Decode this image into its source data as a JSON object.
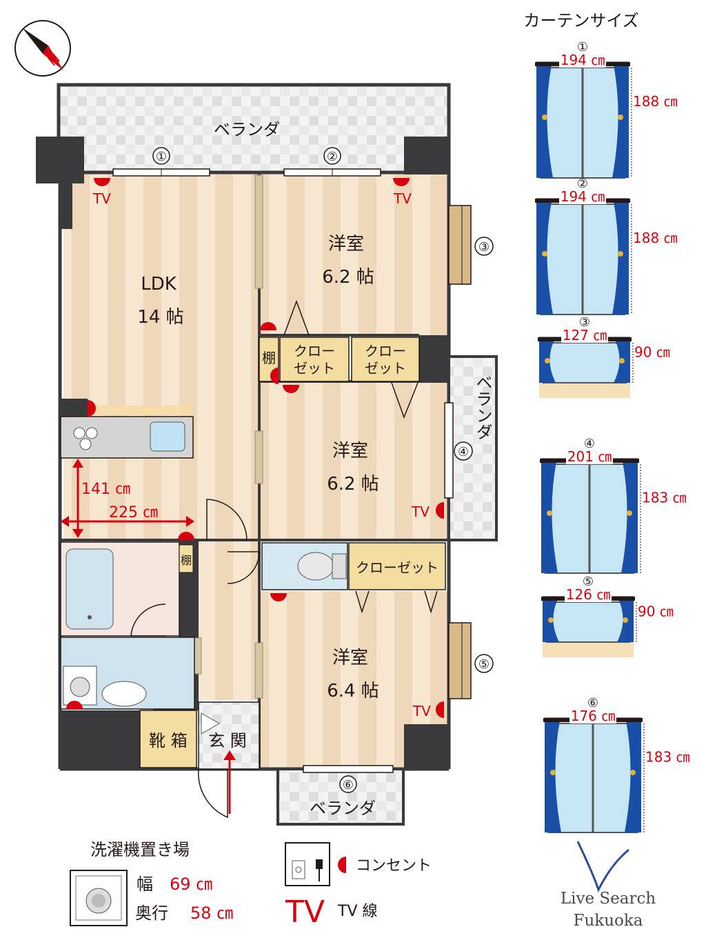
{
  "floorplan": {
    "rooms": {
      "ldk": {
        "name": "LDK",
        "size": "14 帖"
      },
      "western1": {
        "name": "洋室",
        "size": "6.2 帖"
      },
      "western2": {
        "name": "洋室",
        "size": "6.2 帖"
      },
      "western3": {
        "name": "洋室",
        "size": "6.4 帖"
      }
    },
    "veranda_top": "ベランダ",
    "veranda_side": "ベランダ",
    "veranda_bottom": "ベランダ",
    "closet_a": [
      "クロー",
      "ゼット"
    ],
    "closet_b": [
      "クロー",
      "ゼット"
    ],
    "closet_c": "クローゼット",
    "shelf_top": "棚",
    "shelf_bottom": "棚",
    "shoe_box": "靴 箱",
    "entrance": "玄 関",
    "tv": "TV",
    "dimension_height": "141 ㎝",
    "dimension_width": "225 ㎝",
    "window_numbers": [
      "①",
      "②",
      "③",
      "④",
      "⑤",
      "⑥"
    ]
  },
  "curtain_section": {
    "title": "カーテンサイズ",
    "curtains": [
      {
        "number": "①",
        "width": "194 ㎝",
        "height": "188 ㎝"
      },
      {
        "number": "②",
        "width": "194 ㎝",
        "height": "188 ㎝"
      },
      {
        "number": "③",
        "width": "127 ㎝",
        "height": "90 ㎝"
      },
      {
        "number": "④",
        "width": "201 ㎝",
        "height": "183 ㎝"
      },
      {
        "number": "⑤",
        "width": "126 ㎝",
        "height": "90 ㎝"
      },
      {
        "number": "⑥",
        "width": "176 ㎝",
        "height": "183 ㎝"
      }
    ]
  },
  "washer": {
    "title": "洗濯機置き場",
    "width_label": "幅",
    "width_value": "69 ㎝",
    "depth_label": "奥行",
    "depth_value": "58 ㎝"
  },
  "legend": {
    "outlet": "コンセント",
    "tv_symbol": "TV",
    "tv_line": "TV 線"
  },
  "brand": {
    "line1": "Live Search",
    "line2": "Fukuoka"
  },
  "colors": {
    "wall": "#3a3a3c",
    "floor_a": "#f6e4cd",
    "floor_b": "#f0d6b8",
    "closet": "#f3dda0",
    "red": "#d7000f",
    "curtain": "#1a4fa8",
    "glass": "#cfeaf6",
    "tile_a": "#e6e6e6",
    "tile_b": "#f5f5f5",
    "wet": "#cfe3ee"
  }
}
